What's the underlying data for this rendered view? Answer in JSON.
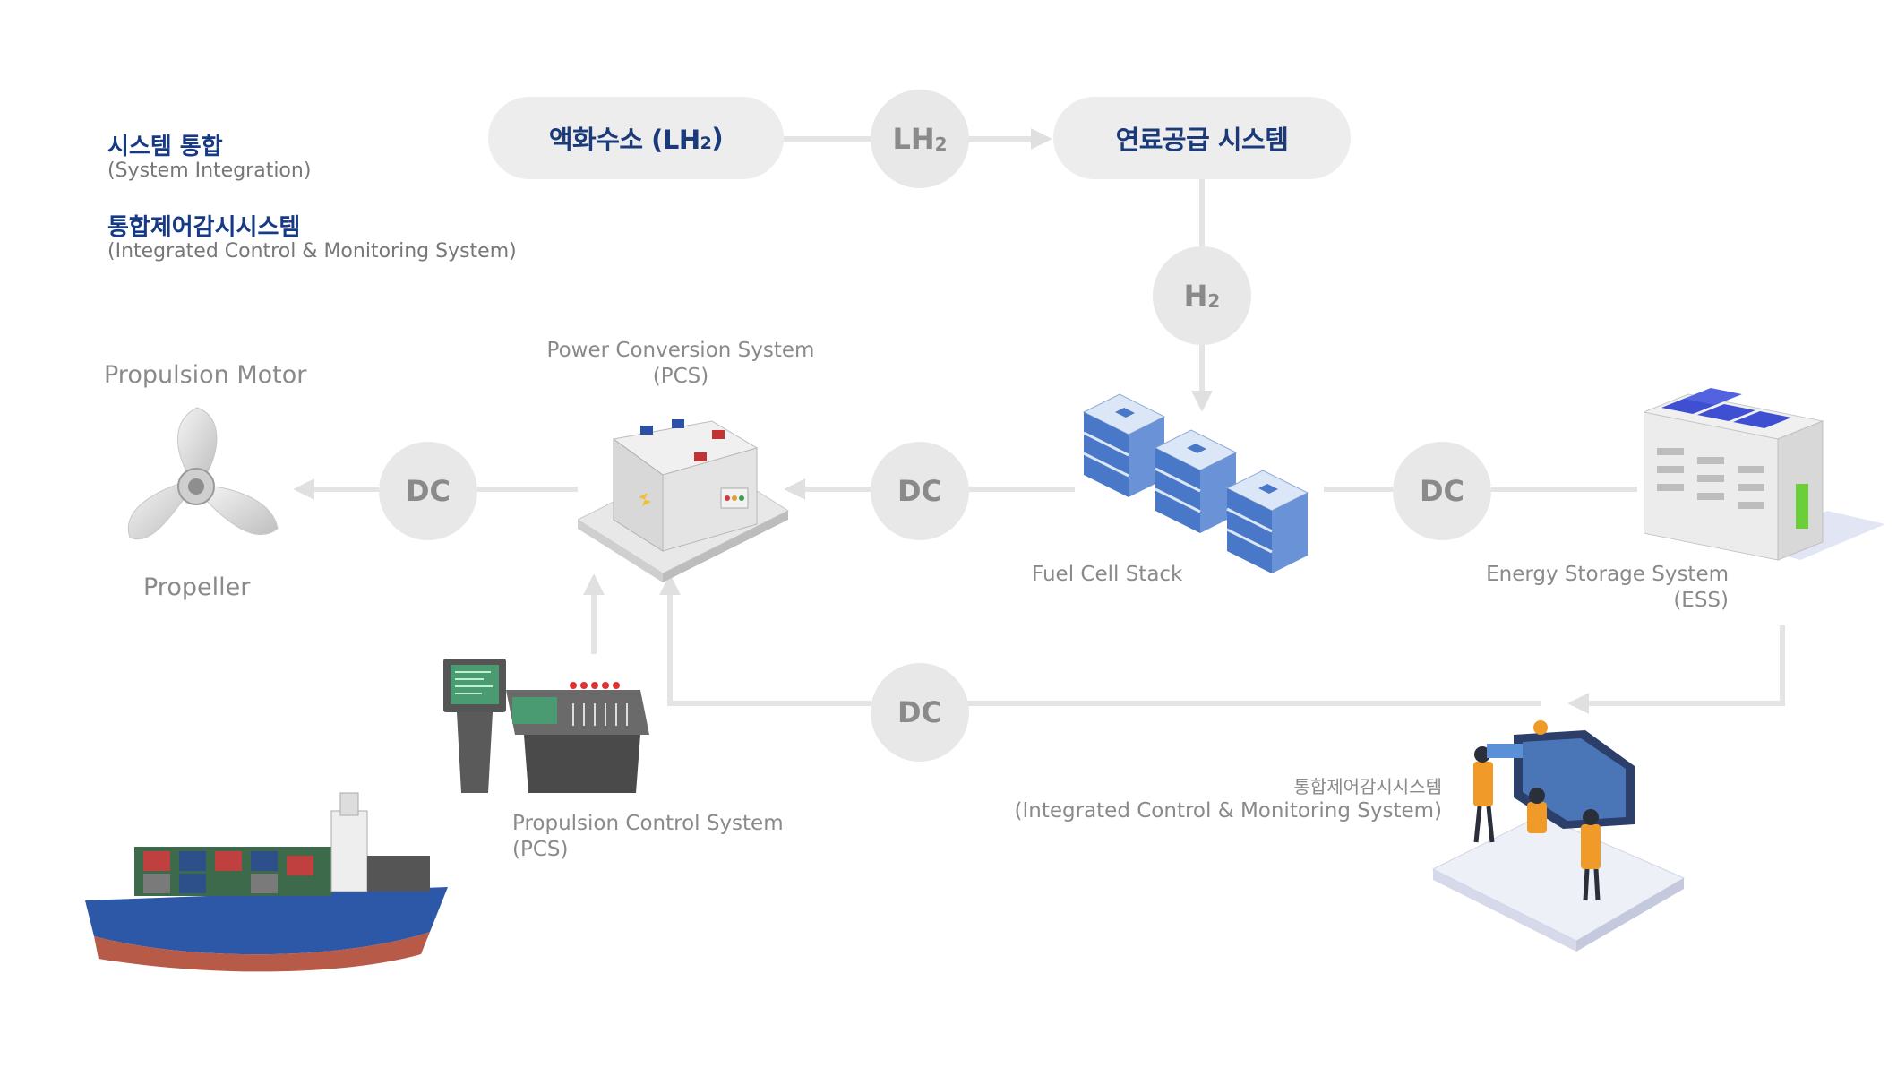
{
  "legend": {
    "item1_title": "시스템 통합",
    "item1_sub": "(System Integration)",
    "item2_title": "통합제어감시시스템",
    "item2_sub": "(Integrated Control & Monitoring System)"
  },
  "nodes": {
    "lh2_storage": {
      "label": "액화수소 (LH",
      "sub": "2",
      "suffix": ")"
    },
    "fuel_supply": {
      "label": "연료공급 시스템"
    },
    "lh2_circle": {
      "label": "LH",
      "sub": "2"
    },
    "h2_circle": {
      "label": "H",
      "sub": "2"
    },
    "dc_left": "DC",
    "dc_mid": "DC",
    "dc_right": "DC",
    "dc_bottom": "DC",
    "propulsion_motor": "Propulsion Motor",
    "propeller": "Propeller",
    "pcs_line1": "Power Conversion System",
    "pcs_line2": "(PCS)",
    "fuel_cell_stack": "Fuel Cell Stack",
    "ess_line1": "Energy Storage System",
    "ess_line2": "(ESS)",
    "prop_control_line1": "Propulsion Control System",
    "prop_control_line2": "(PCS)",
    "icms_line1": "통합제어감시시스템",
    "icms_line2": "(Integrated Control & Monitoring System)"
  },
  "colors": {
    "navy": "#173a86",
    "pill_bg": "#ededed",
    "circle_bg": "#e8e8e8",
    "connector": "#e4e4e4",
    "gray_text": "#8a8a8a",
    "server_blue": "#4a78c8",
    "ess_panel": "#3f4fd1"
  }
}
